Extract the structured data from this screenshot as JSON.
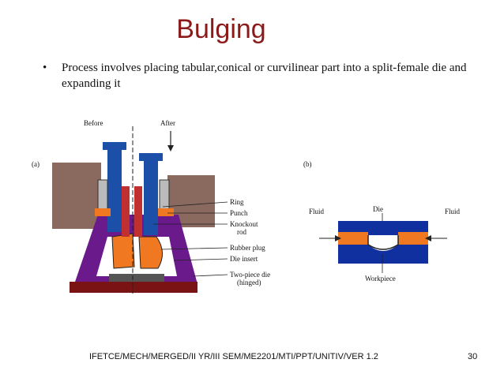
{
  "slide": {
    "title": "Bulging",
    "bullet": "Process involves placing tabular,conical or curvilinear part into a split-female die and expanding it",
    "footer": "IFETCE/MECH/MERGED/II YR/III SEM/ME2201/MTI/PPT/UNITIV/VER 1.2",
    "page_number": "30"
  },
  "figure": {
    "label_a": "(a)",
    "label_b": "(b)",
    "before": "Before",
    "after": "After",
    "ring": "Ring",
    "punch": "Punch",
    "knockout_1": "Knockout",
    "knockout_2": "rod",
    "rubber_plug": "Rubber plug",
    "die_insert": "Die insert",
    "two_piece_1": "Two-piece die",
    "two_piece_2": "(hinged)",
    "die": "Die",
    "fluid_left": "Fluid",
    "fluid_right": "Fluid",
    "workpiece": "Workpiece"
  },
  "colors": {
    "title": "#8b1a1a",
    "press_bed": "#8a6a5e",
    "punch": "#1b4fa8",
    "die": "#6a1a8a",
    "rubber": "#f07820",
    "base": "#7a1414",
    "die_b": "#1030a0"
  }
}
